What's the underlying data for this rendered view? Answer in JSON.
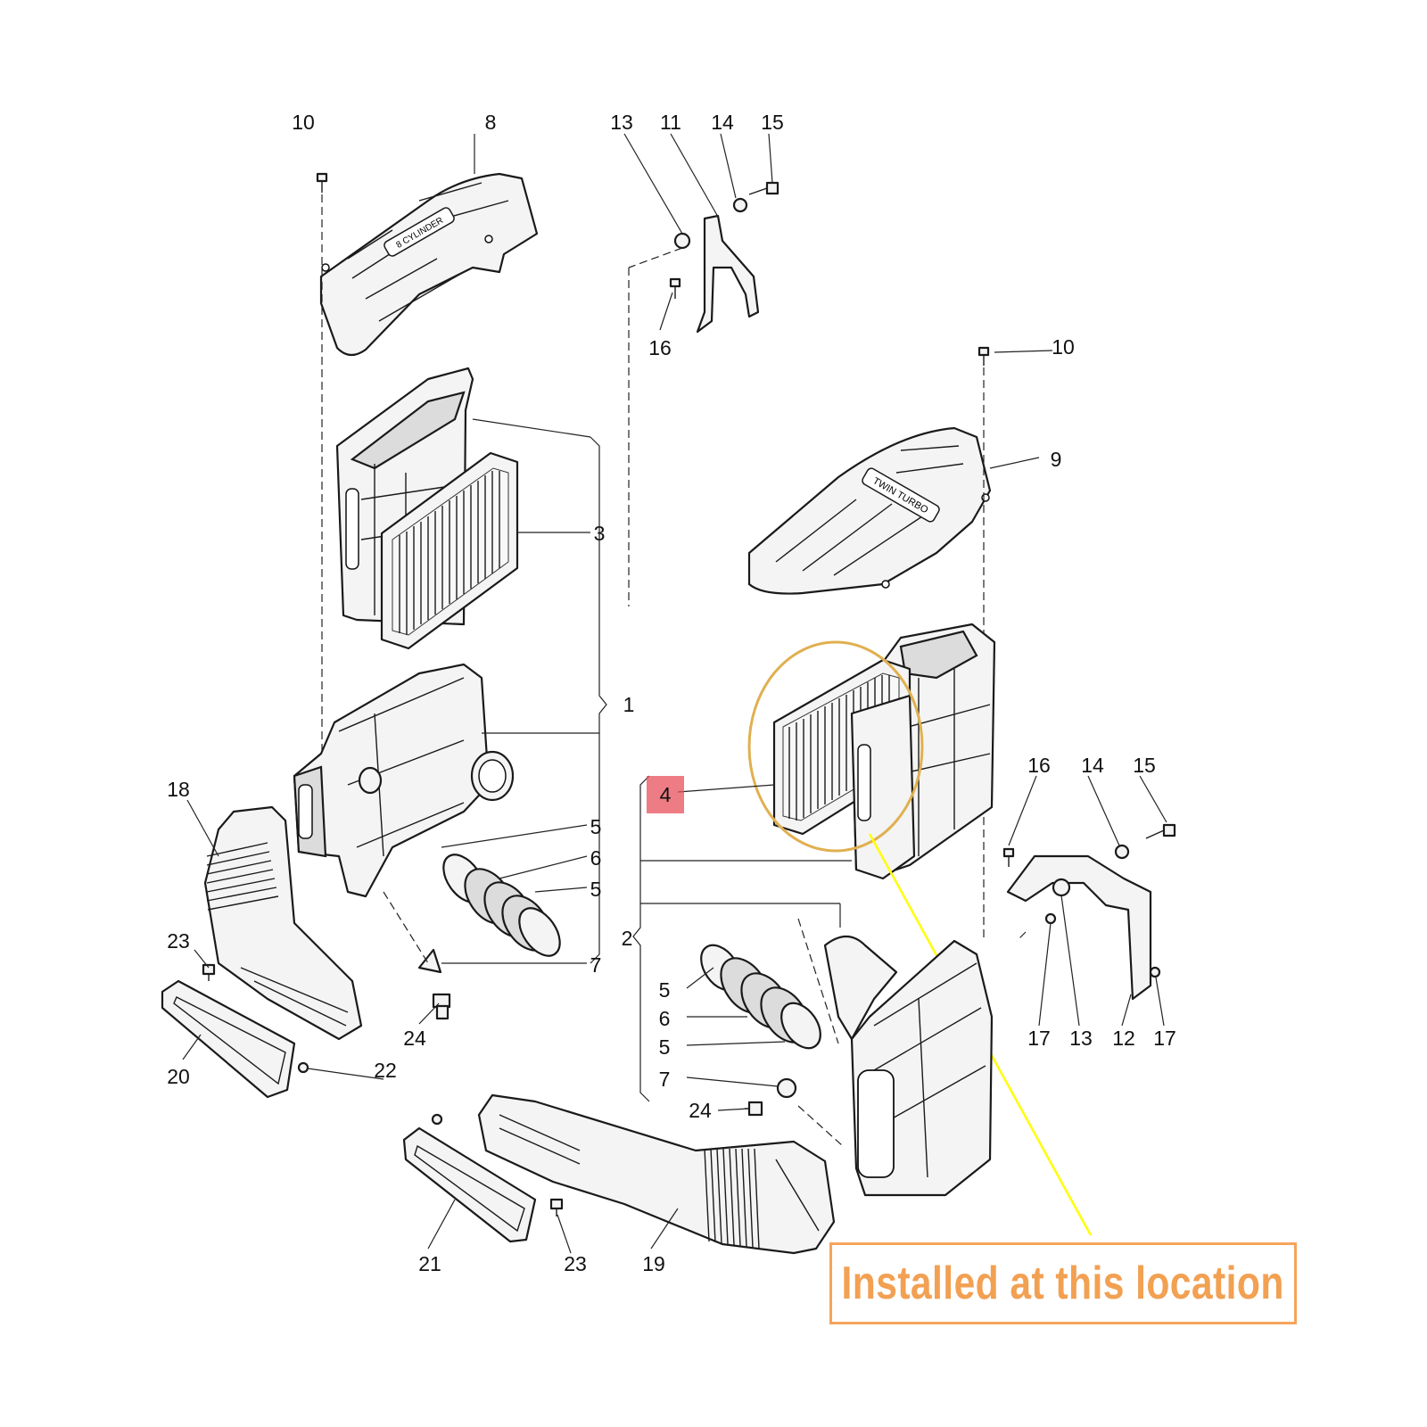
{
  "callouts": [
    {
      "id": "c10a",
      "text": "10"
    },
    {
      "id": "c8",
      "text": "8"
    },
    {
      "id": "c13a",
      "text": "13"
    },
    {
      "id": "c11",
      "text": "11"
    },
    {
      "id": "c14a",
      "text": "14"
    },
    {
      "id": "c15a",
      "text": "15"
    },
    {
      "id": "c16a",
      "text": "16"
    },
    {
      "id": "c10b",
      "text": "10"
    },
    {
      "id": "c9",
      "text": "9"
    },
    {
      "id": "c3",
      "text": "3"
    },
    {
      "id": "c1",
      "text": "1"
    },
    {
      "id": "c18",
      "text": "18"
    },
    {
      "id": "c5a",
      "text": "5"
    },
    {
      "id": "c6a",
      "text": "6"
    },
    {
      "id": "c5b",
      "text": "5"
    },
    {
      "id": "c7a",
      "text": "7"
    },
    {
      "id": "c23a",
      "text": "23"
    },
    {
      "id": "c24a",
      "text": "24"
    },
    {
      "id": "c20",
      "text": "20"
    },
    {
      "id": "c22",
      "text": "22"
    },
    {
      "id": "c21",
      "text": "21"
    },
    {
      "id": "c23b",
      "text": "23"
    },
    {
      "id": "c19",
      "text": "19"
    },
    {
      "id": "c4",
      "text": "4"
    },
    {
      "id": "c2",
      "text": "2"
    },
    {
      "id": "c5c",
      "text": "5"
    },
    {
      "id": "c6b",
      "text": "6"
    },
    {
      "id": "c5d",
      "text": "5"
    },
    {
      "id": "c7b",
      "text": "7"
    },
    {
      "id": "c24b",
      "text": "24"
    },
    {
      "id": "c16b",
      "text": "16"
    },
    {
      "id": "c14b",
      "text": "14"
    },
    {
      "id": "c15b",
      "text": "15"
    },
    {
      "id": "c17a",
      "text": "17"
    },
    {
      "id": "c13b",
      "text": "13"
    },
    {
      "id": "c12",
      "text": "12"
    },
    {
      "id": "c17b",
      "text": "17"
    }
  ],
  "cover_left_text": "8 CYLINDER",
  "cover_right_text": "TWIN TURBO",
  "highlight": {
    "part": "4",
    "highlight_color": "#e8505b",
    "circle_color": "#e0b050",
    "pointer_color": "#ffff00"
  },
  "annotation": {
    "text": "Installed at this location",
    "color": "#f2a052"
  }
}
